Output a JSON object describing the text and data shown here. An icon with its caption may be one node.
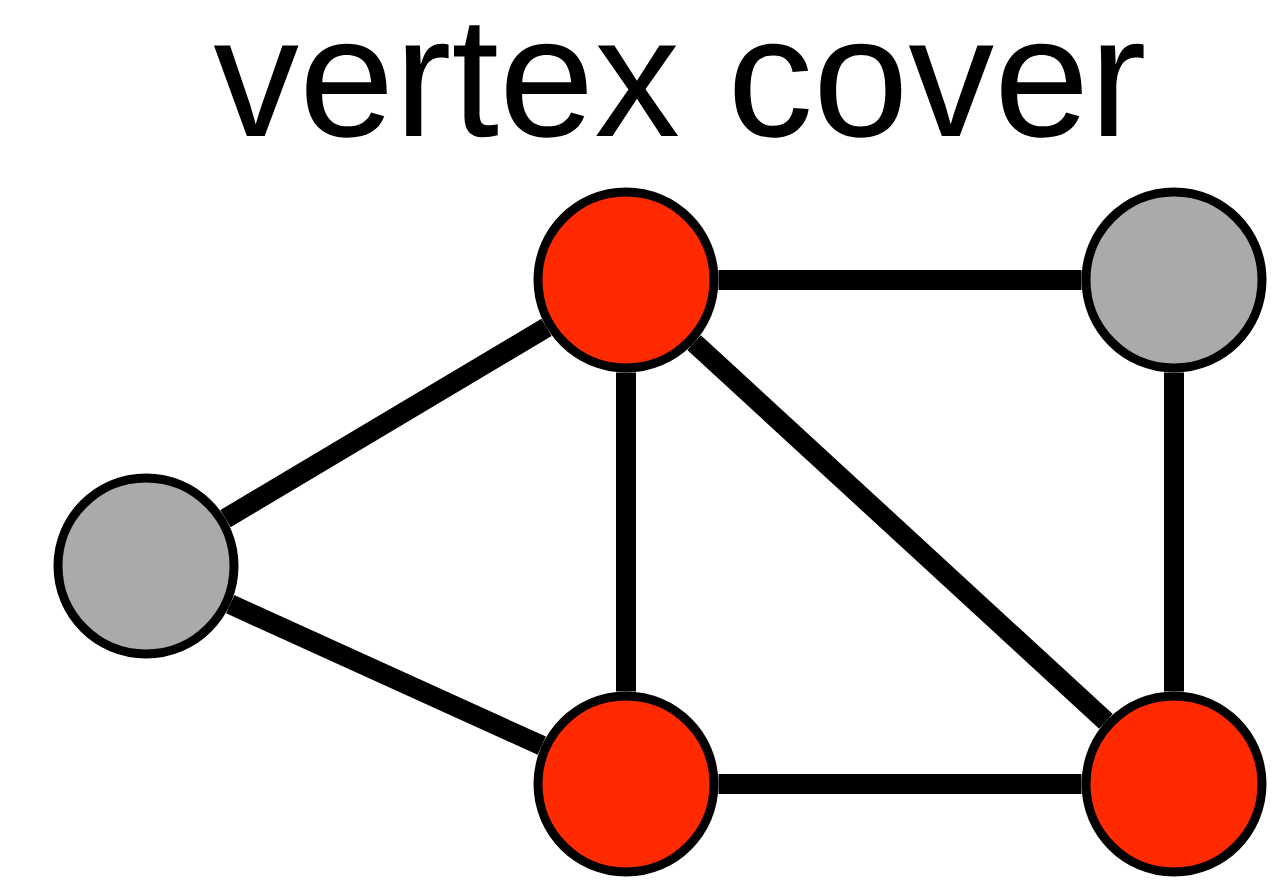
{
  "diagram": {
    "title": "vertex cover",
    "nodes": [
      {
        "text": [],
        "shape": "circle"
      },
      {
        "text": [],
        "shape": "circle"
      },
      {
        "text": [],
        "shape": "circle"
      },
      {
        "text": [],
        "shape": "circle"
      },
      {
        "text": [],
        "shape": "circle"
      }
    ],
    "edges": [
      {
        "from": 0,
        "to": 1,
        "arrow": "none"
      },
      {
        "from": 0,
        "to": 2,
        "arrow": "none"
      },
      {
        "from": 1,
        "to": 2,
        "arrow": "none"
      },
      {
        "from": 1,
        "to": 3,
        "arrow": "none"
      },
      {
        "from": 1,
        "to": 4,
        "arrow": "none"
      },
      {
        "from": 2,
        "to": 4,
        "arrow": "none"
      },
      {
        "from": 3,
        "to": 4,
        "arrow": "none"
      }
    ]
  }
}
